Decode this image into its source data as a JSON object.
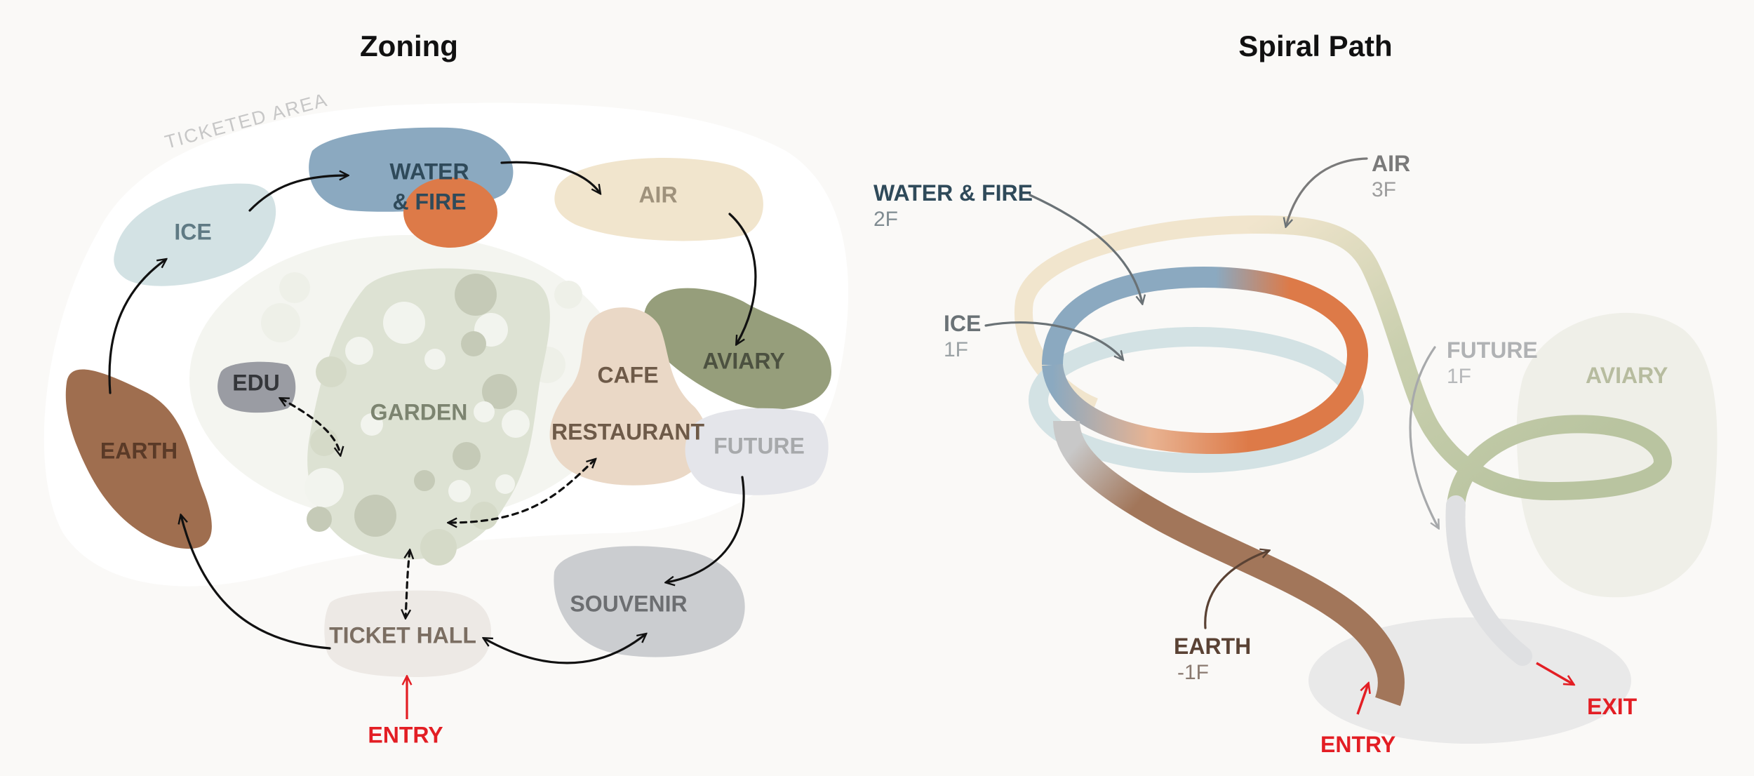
{
  "colors": {
    "background": "#faf9f7",
    "ice": "#d3e2e4",
    "water": "#8ba9c0",
    "fire": "#dd7a48",
    "air": "#f1e5cd",
    "earth": "#9f6e4f",
    "aviary": "#969e7b",
    "garden": "#dde2d3",
    "cafe": "#ead8c6",
    "future": "#e4e5ea",
    "souvenir": "#cbcdd0",
    "ticket_hall": "#ede9e5",
    "edu": "#9a9ca3",
    "entry": "#e31e24",
    "arrow": "#111111"
  },
  "zoning": {
    "title": "Zoning",
    "area_label": "TICKETED AREA",
    "zones": {
      "ice": "ICE",
      "water": "WATER",
      "fire": "& FIRE",
      "air": "AIR",
      "aviary": "AVIARY",
      "cafe": "CAFE",
      "restaurant": "RESTAURANT",
      "future": "FUTURE",
      "garden": "GARDEN",
      "edu": "EDU",
      "earth": "EARTH",
      "souvenir": "SOUVENIR",
      "ticket_hall": "TICKET HALL"
    },
    "entry": "ENTRY"
  },
  "spiral": {
    "title": "Spiral Path",
    "labels": {
      "water_fire": "WATER & FIRE",
      "water_fire_floor": "2F",
      "air": "AIR",
      "air_floor": "3F",
      "ice": "ICE",
      "ice_floor": "1F",
      "future": "FUTURE",
      "future_floor": "1F",
      "aviary": "AVIARY",
      "earth": "EARTH",
      "earth_floor": "-1F"
    },
    "entry": "ENTRY",
    "exit": "EXIT"
  }
}
